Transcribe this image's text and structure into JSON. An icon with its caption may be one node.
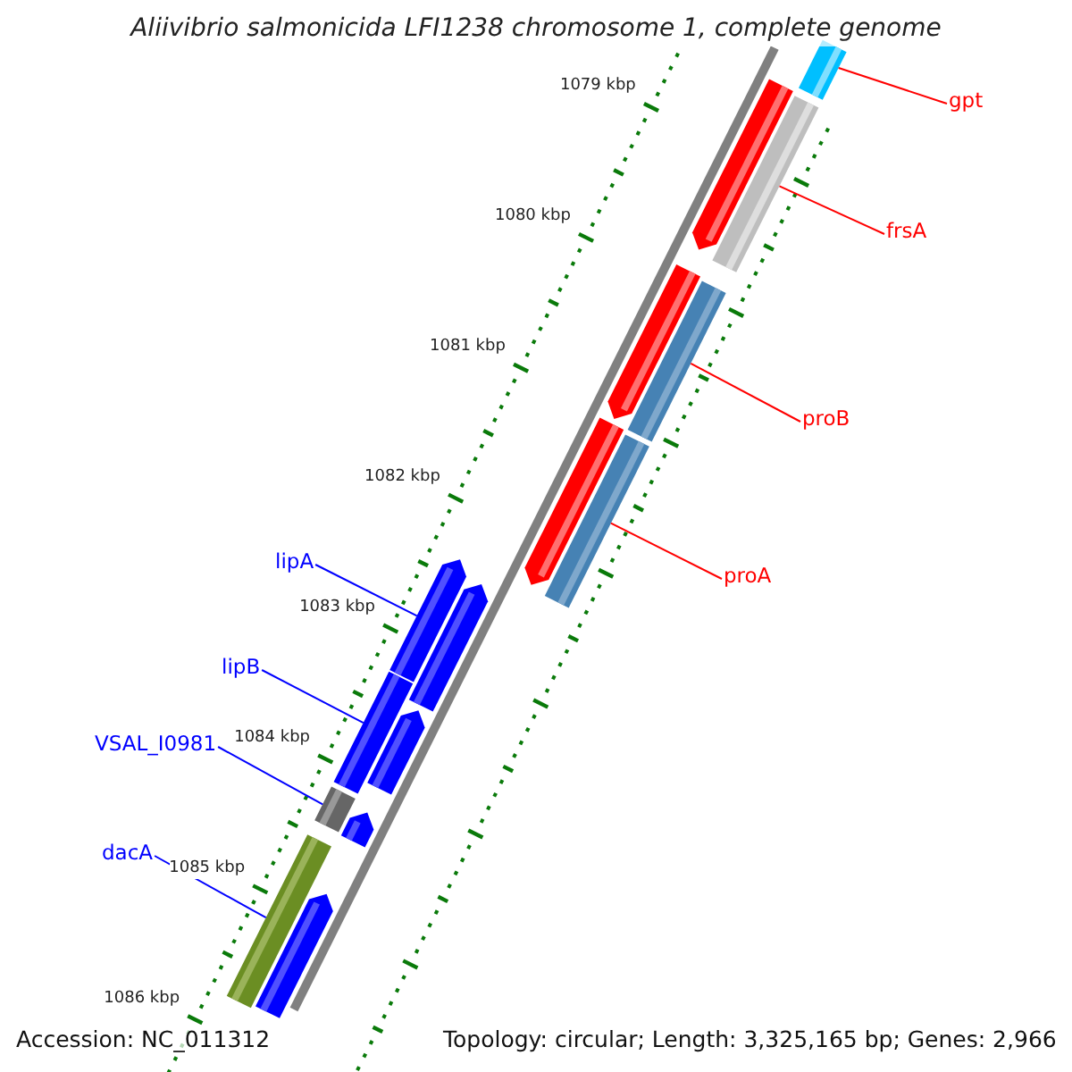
{
  "diagram": {
    "title": "Aliivibrio salmonicida LFI1238 chromosome 1, complete genome",
    "nodes": [
      {
        "text": [
          "gpt"
        ]
      },
      {
        "text": [
          "frsA"
        ]
      },
      {
        "text": [
          "proB"
        ]
      },
      {
        "text": [
          "proA"
        ]
      },
      {
        "text": [
          "lipA"
        ]
      },
      {
        "text": [
          "lipB"
        ]
      },
      {
        "text": [
          "VSAL_I0981"
        ]
      },
      {
        "text": [
          "dacA"
        ]
      },
      {
        "text": [],
        "shape": "bar"
      },
      {
        "text": [],
        "shape": "bar"
      },
      {
        "text": [],
        "shape": "bar"
      },
      {
        "text": [],
        "shape": "bar"
      },
      {
        "text": [],
        "shape": "bar"
      },
      {
        "text": [],
        "shape": "bar"
      },
      {
        "text": [],
        "shape": "bar"
      },
      {
        "text": [],
        "shape": "bar"
      },
      {
        "text": [],
        "shape": "bar"
      },
      {
        "text": [],
        "shape": "bar"
      },
      {
        "text": [],
        "shape": "bar"
      },
      {
        "text": [],
        "shape": "bar"
      },
      {
        "text": [],
        "shape": "bar"
      },
      {
        "text": [],
        "shape": "bar"
      },
      {
        "text": [],
        "shape": "bar"
      }
    ],
    "edges": [
      {
        "from": 0,
        "to": 8,
        "arrow": "none",
        "color": "#ff0000"
      },
      {
        "from": 1,
        "to": 10,
        "arrow": "none",
        "color": "#ff0000"
      },
      {
        "from": 2,
        "to": 12,
        "arrow": "none",
        "color": "#ff0000"
      },
      {
        "from": 3,
        "to": 14,
        "arrow": "none",
        "color": "#ff0000"
      },
      {
        "from": 4,
        "to": 15,
        "arrow": "none",
        "color": "#0000ff"
      },
      {
        "from": 5,
        "to": 17,
        "arrow": "none",
        "color": "#0000ff"
      },
      {
        "from": 6,
        "to": 19,
        "arrow": "none",
        "color": "#0000ff"
      },
      {
        "from": 7,
        "to": 21,
        "arrow": "none",
        "color": "#0000ff"
      }
    ],
    "labels": [
      "1079 kbp",
      "1080 kbp",
      "1081 kbp",
      "1082 kbp",
      "1083 kbp",
      "1084 kbp",
      "1085 kbp",
      "1086 kbp",
      "Accession: NC_011312",
      "Topology: circular; Length: 3,325,165 bp; Genes: 2,966"
    ]
  }
}
